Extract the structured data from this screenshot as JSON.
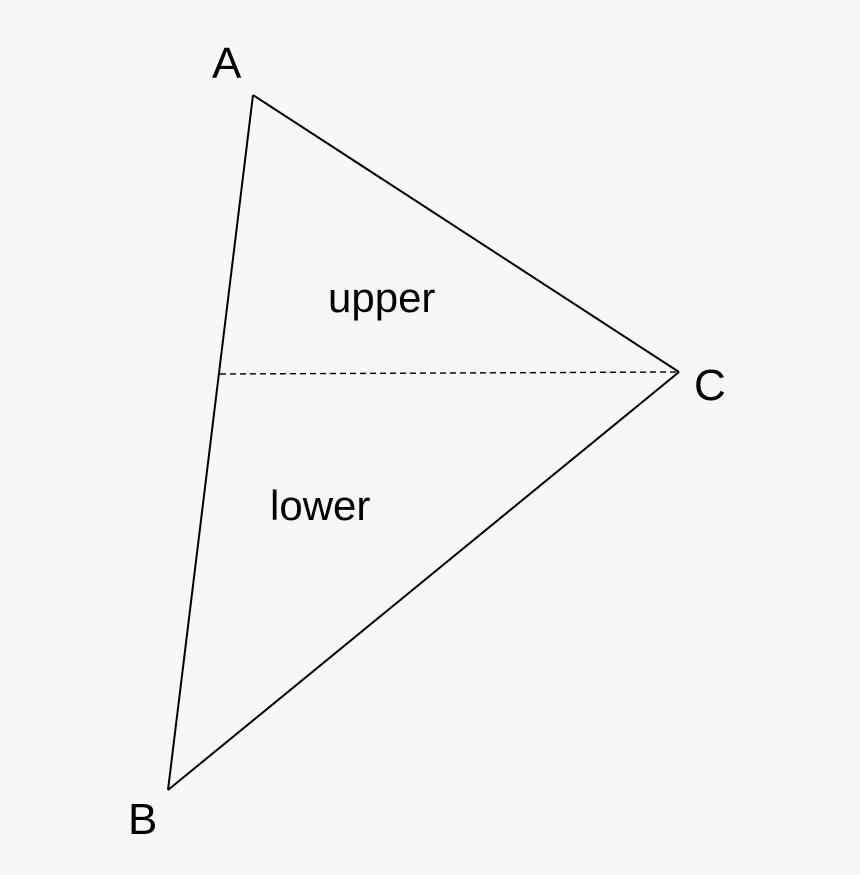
{
  "diagram": {
    "vertices": {
      "a": "A",
      "b": "B",
      "c": "C"
    },
    "regions": {
      "upper": "upper",
      "lower": "lower"
    }
  }
}
